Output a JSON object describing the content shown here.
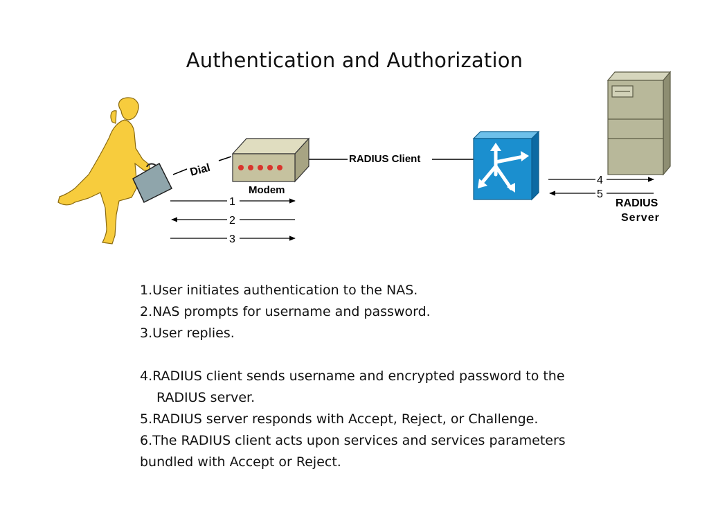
{
  "title": "Authentication and Authorization",
  "diagram": {
    "dial_label": "Dial",
    "modem_label": "Modem",
    "radius_client_label": "RADIUS Client",
    "radius_server_label_line1": "RADIUS",
    "radius_server_label_line2": "Server",
    "arrow_labels": [
      "1",
      "2",
      "3",
      "4",
      "5"
    ]
  },
  "steps": {
    "s1": "1.User initiates authentication to the NAS.",
    "s2": "2.NAS prompts for username and password.",
    "s3": "3.User replies.",
    "s4a": "4.RADIUS client sends username and encrypted password to the",
    "s4b": "RADIUS server.",
    "s5": "5.RADIUS server responds with Accept, Reject, or Challenge.",
    "s6a": "6.The RADIUS client acts upon services and services parameters",
    "s6b": "bundled with Accept or Reject."
  },
  "colors": {
    "person_fill": "#f7cc3d",
    "briefcase_fill": "#8fa5ab",
    "modem_fill": "#c6c29f",
    "modem_led": "#d9342b",
    "router_fill": "#1b8fcf",
    "server_fill": "#b8b89a"
  }
}
